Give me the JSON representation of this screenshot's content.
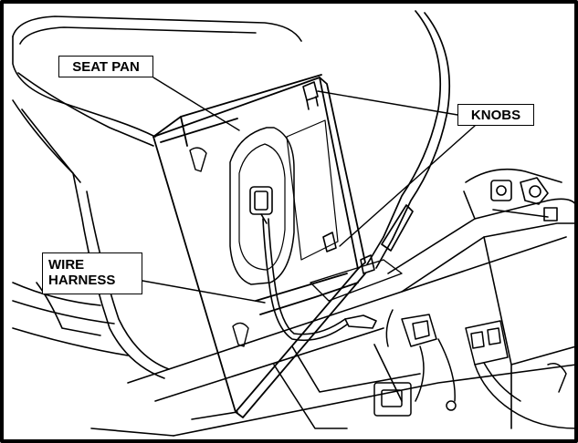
{
  "figure": {
    "callouts": {
      "seat_pan": "SEAT PAN",
      "knobs": "KNOBS",
      "wire_harness_line1": "WIRE",
      "wire_harness_line2": "HARNESS"
    },
    "colors": {
      "line": "#000000",
      "background": "#ffffff",
      "frame": "#000000"
    }
  }
}
